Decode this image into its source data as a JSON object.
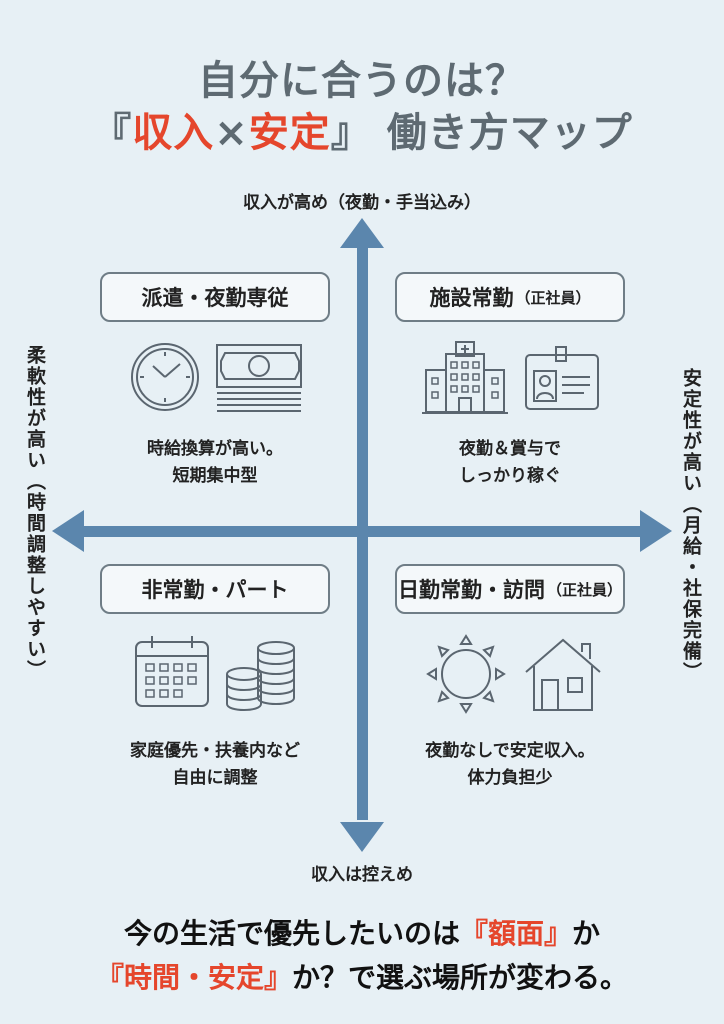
{
  "title": {
    "line1": "自分に合うのは？",
    "line2_open": "『",
    "line2_red1": "収入",
    "line2_x": "×",
    "line2_red2": "安定",
    "line2_close": "』",
    "line2_rest": " 働き方マップ"
  },
  "axes": {
    "top": "収入が高め（夜勤・手当込み）",
    "bottom": "収入は控えめ",
    "left": "柔軟性が高い（時間調整しやすい）",
    "right": "安定性が高い（月給・社保完備）"
  },
  "quadrants": [
    {
      "label": "派遣・夜勤専従",
      "sub": "",
      "desc1": "時給換算が高い。",
      "desc2": "短期集中型",
      "icons": [
        "clock-icon",
        "cash-icon"
      ]
    },
    {
      "label": "施設常勤",
      "sub": "（正社員）",
      "desc1": "夜勤＆賞与で",
      "desc2": "しっかり稼ぐ",
      "icons": [
        "hospital-icon",
        "id-card-icon"
      ]
    },
    {
      "label": "非常勤・パート",
      "sub": "",
      "desc1": "家庭優先・扶養内など",
      "desc2": "自由に調整",
      "icons": [
        "calendar-icon",
        "coins-icon"
      ]
    },
    {
      "label": "日勤常勤・訪問",
      "sub": "（正社員）",
      "desc1": "夜勤なしで安定収入。",
      "desc2": "体力負担少",
      "icons": [
        "sun-icon",
        "house-icon"
      ]
    }
  ],
  "footer": {
    "l1a": "今の生活で優先したいのは",
    "l1red": "『額面』",
    "l1b": "か",
    "l2red": "『時間・安定』",
    "l2b": "か？で選ぶ場所が変わる。"
  },
  "colors": {
    "accent": "#e5462c",
    "axis": "#5b86ad",
    "title": "#5e6a72"
  }
}
